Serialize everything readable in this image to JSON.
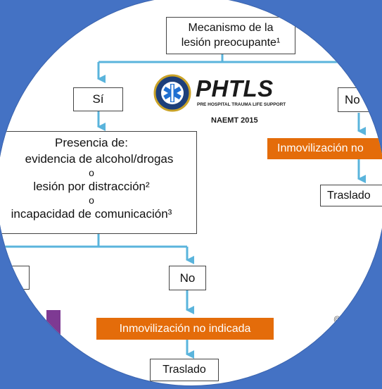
{
  "colors": {
    "background": "#4472c4",
    "arrow": "#5ab4dc",
    "orange": "#e46c0a",
    "purple": "#7e3a93"
  },
  "flow": {
    "top_box": {
      "line1": "Mecanismo de la",
      "line2": "lesión preocupante¹"
    },
    "left_branch_label": "Sí",
    "right_branch_label": "No",
    "presence_box": {
      "line1": "Presencia de:",
      "line2": "evidencia de alcohol/drogas",
      "or1": "o",
      "line3": "lesión por distracción²",
      "or2": "o",
      "line4": "incapacidad de comunicación³"
    },
    "right_immobilization": "Inmovilización no",
    "right_transport": "Traslado",
    "no_label": "No",
    "bottom_immobilization": "Inmovilización no indicada",
    "bottom_transport": "Traslado",
    "watermark": "@"
  },
  "logo": {
    "name": "PHTLS",
    "tagline": "PRE HOSPITAL TRAUMA LIFE SUPPORT",
    "edition": "NAEMT 2015",
    "seal_icon": "star-of-life-seal-icon"
  }
}
